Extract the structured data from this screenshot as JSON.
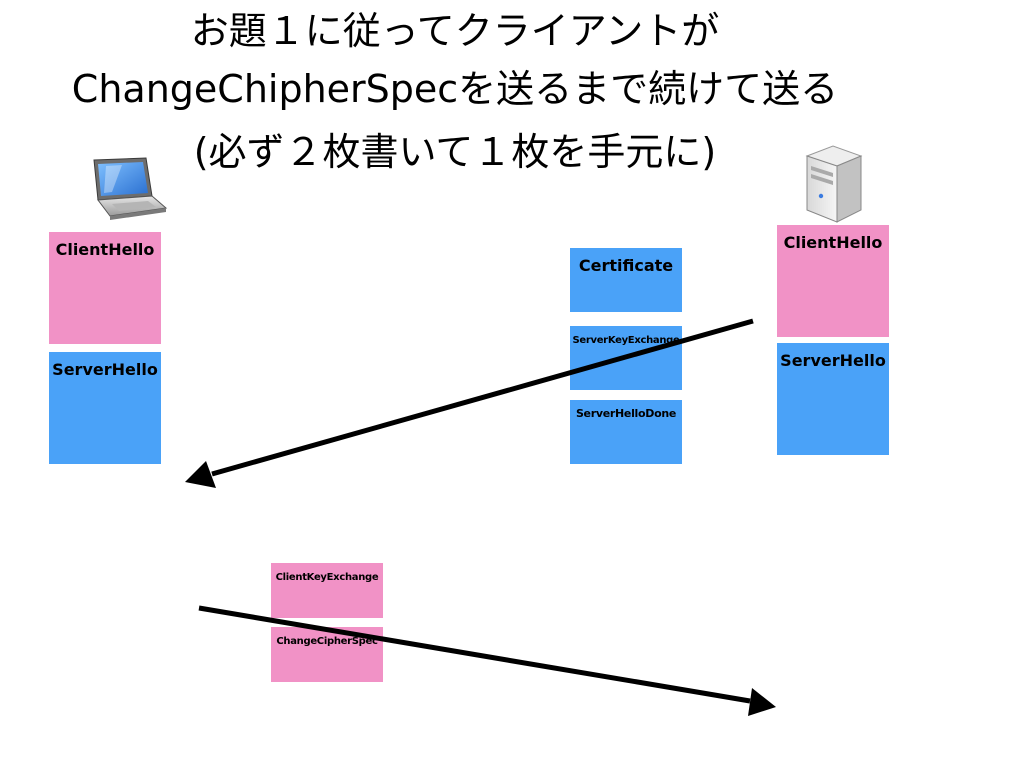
{
  "title": {
    "line1": "お題１に従ってクライアントが",
    "line2": "ChangeChipherSpecを送るまで続けて送る",
    "line3": "(必ず２枚書いて１枚を手元に)"
  },
  "client": {
    "icon": "laptop-icon",
    "messages": [
      "ClientHello",
      "ServerHello"
    ]
  },
  "server": {
    "icon": "server-icon",
    "messages": [
      "ClientHello",
      "ServerHello"
    ]
  },
  "server_to_client": {
    "messages": [
      "Certificate",
      "ServerKeyExchange",
      "ServerHelloDone"
    ]
  },
  "client_to_server": {
    "messages": [
      "ClientKeyExchange",
      "ChangeCipherSpec"
    ]
  },
  "colors": {
    "client_message": "#f192c6",
    "server_message": "#4aa2f8",
    "arrow": "#000000"
  }
}
